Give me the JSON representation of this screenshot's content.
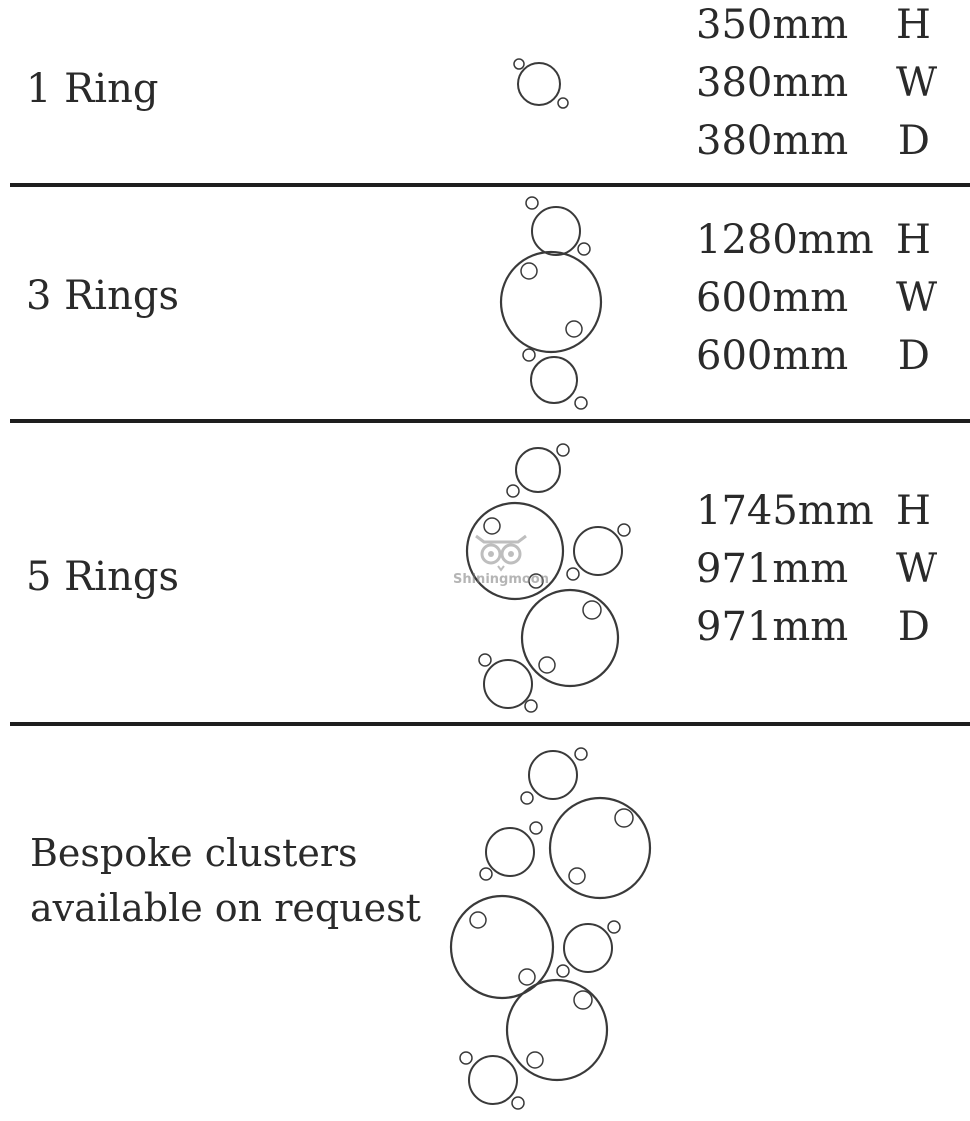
{
  "sections": [
    {
      "label": "1 Ring",
      "dimensions": [
        {
          "value": "350mm",
          "axis": "H"
        },
        {
          "value": "380mm",
          "axis": "W"
        },
        {
          "value": "380mm",
          "axis": "D"
        }
      ]
    },
    {
      "label": "3 Rings",
      "dimensions": [
        {
          "value": "1280mm",
          "axis": "H"
        },
        {
          "value": "600mm",
          "axis": "W"
        },
        {
          "value": "600mm",
          "axis": "D"
        }
      ]
    },
    {
      "label": "5 Rings",
      "dimensions": [
        {
          "value": "1745mm",
          "axis": "H"
        },
        {
          "value": "971mm",
          "axis": "W"
        },
        {
          "value": "971mm",
          "axis": "D"
        }
      ]
    },
    {
      "label_line1": "Bespoke clusters",
      "label_line2": "available on request"
    }
  ],
  "watermark": {
    "text": "Shiningmoon",
    "icon": "owl-icon"
  }
}
